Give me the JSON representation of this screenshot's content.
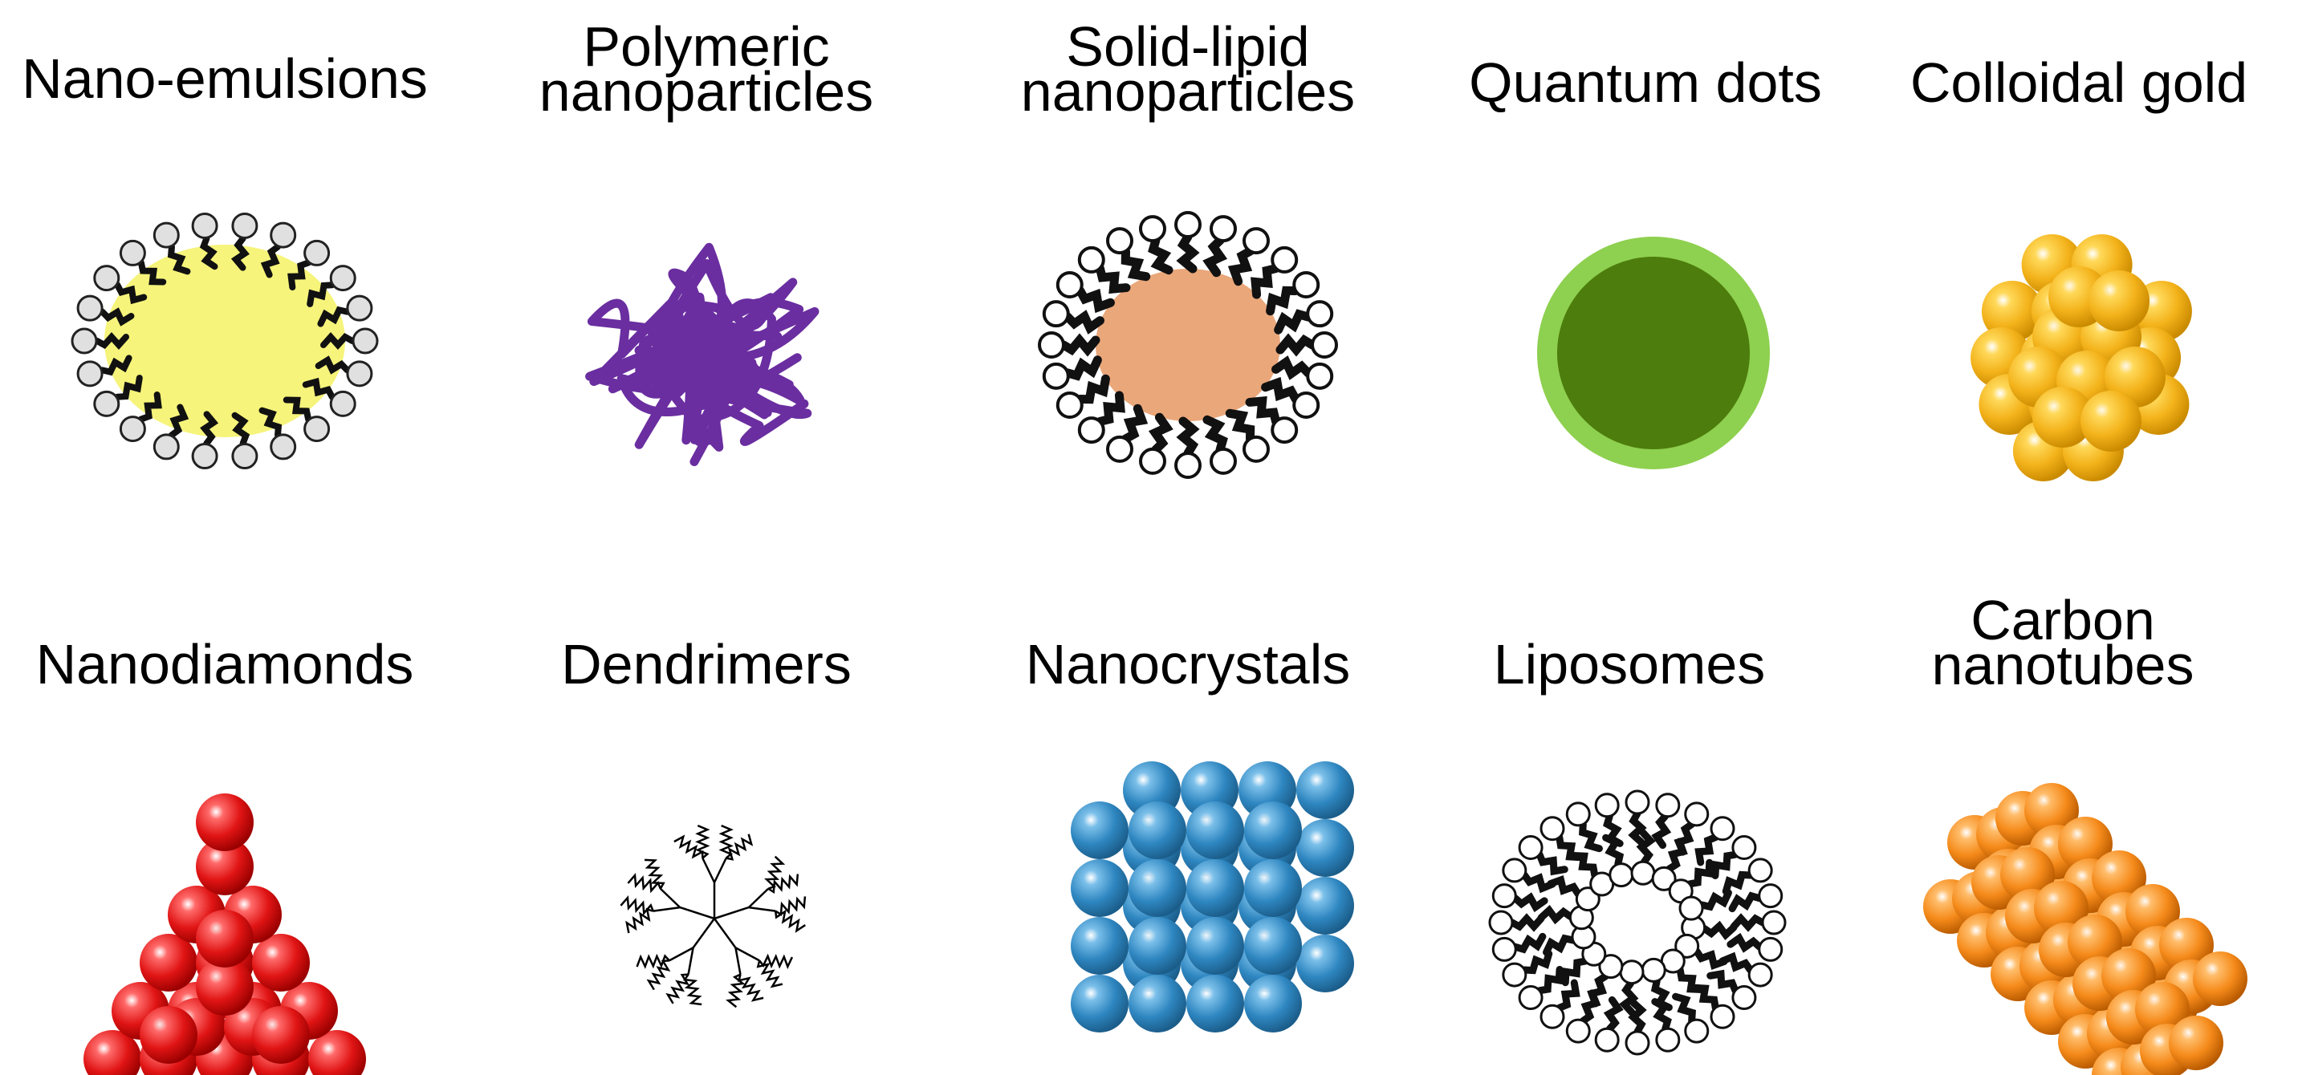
{
  "items": [
    {
      "id": "nano-emulsions",
      "lines": [
        "Nano-emulsions"
      ],
      "colors": {
        "core": "#f6f47a",
        "head": "#e0e0e0",
        "tail": "#111111"
      }
    },
    {
      "id": "polymeric-nanoparticles",
      "lines": [
        "Polymeric",
        "nanoparticles"
      ],
      "colors": {
        "strand": "#6a2ea0"
      }
    },
    {
      "id": "solid-lipid-nanoparticles",
      "lines": [
        "Solid-lipid",
        "nanoparticles"
      ],
      "colors": {
        "core": "#eaa77a",
        "head": "#ffffff",
        "tail": "#111111"
      }
    },
    {
      "id": "quantum-dots",
      "lines": [
        "Quantum dots"
      ],
      "colors": {
        "shell": "#8ed04f",
        "core": "#4d7d0c"
      }
    },
    {
      "id": "colloidal-gold",
      "lines": [
        "Colloidal gold"
      ],
      "colors": {
        "sphere": "#f3b21a",
        "highlight": "#ffd95a",
        "shade": "#c98a00"
      }
    },
    {
      "id": "nanodiamonds",
      "lines": [
        "Nanodiamonds"
      ],
      "colors": {
        "sphere": "#e01414",
        "highlight": "#ff6a6a",
        "shade": "#9a0000"
      }
    },
    {
      "id": "dendrimers",
      "lines": [
        "Dendrimers"
      ],
      "colors": {
        "line": "#000000"
      }
    },
    {
      "id": "nanocrystals",
      "lines": [
        "Nanocrystals"
      ],
      "colors": {
        "sphere": "#2e86c0",
        "highlight": "#7cc0ea",
        "shade": "#1b5d8a"
      }
    },
    {
      "id": "liposomes",
      "lines": [
        "Liposomes"
      ],
      "colors": {
        "head": "#ffffff",
        "tail": "#111111"
      }
    },
    {
      "id": "carbon-nanotubes",
      "lines": [
        "Carbon",
        "nanotubes"
      ],
      "colors": {
        "sphere": "#f58a1a",
        "highlight": "#ffbd6b",
        "shade": "#b85a00"
      }
    }
  ]
}
